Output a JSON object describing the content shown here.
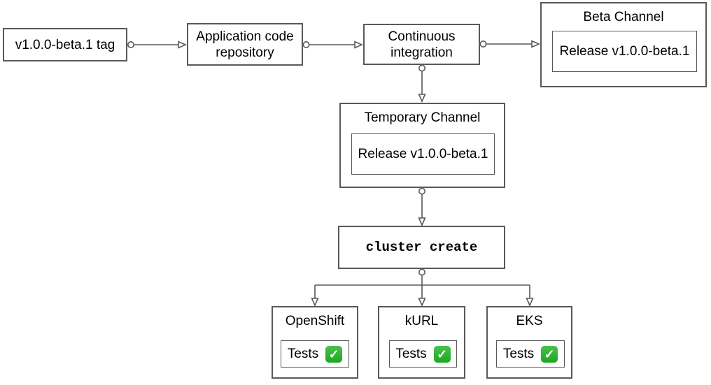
{
  "diagram": {
    "type": "flowchart",
    "colors": {
      "stroke": "#595959",
      "text": "#000000",
      "background": "#ffffff",
      "check_green": "#2eb12e",
      "check_mark": "#ffffff"
    },
    "nodes": {
      "tag": {
        "label": "v1.0.0-beta.1 tag"
      },
      "repo": {
        "label": "Application code repository"
      },
      "ci": {
        "label": "Continuous integration"
      },
      "beta_channel": {
        "title": "Beta Channel",
        "release_label": "Release v1.0.0-beta.1"
      },
      "temporary_channel": {
        "title": "Temporary Channel",
        "release_label": "Release v1.0.0-beta.1"
      },
      "cluster_create": {
        "label": "cluster create"
      },
      "openshift": {
        "title": "OpenShift",
        "tests_label": "Tests",
        "status_icon": "success-check",
        "status_glyph": "✓"
      },
      "kurl": {
        "title": "kURL",
        "tests_label": "Tests",
        "status_icon": "success-check",
        "status_glyph": "✓"
      },
      "eks": {
        "title": "EKS",
        "tests_label": "Tests",
        "status_icon": "success-check",
        "status_glyph": "✓"
      }
    },
    "edges": [
      {
        "from": "v1.0.0-beta.1 tag",
        "to": "Application code repository"
      },
      {
        "from": "Application code repository",
        "to": "Continuous integration"
      },
      {
        "from": "Continuous integration",
        "to": "Beta Channel"
      },
      {
        "from": "Continuous integration",
        "to": "Temporary Channel"
      },
      {
        "from": "Temporary Channel",
        "to": "cluster create"
      },
      {
        "from": "cluster create",
        "to": "OpenShift"
      },
      {
        "from": "cluster create",
        "to": "kURL"
      },
      {
        "from": "cluster create",
        "to": "EKS"
      }
    ]
  }
}
